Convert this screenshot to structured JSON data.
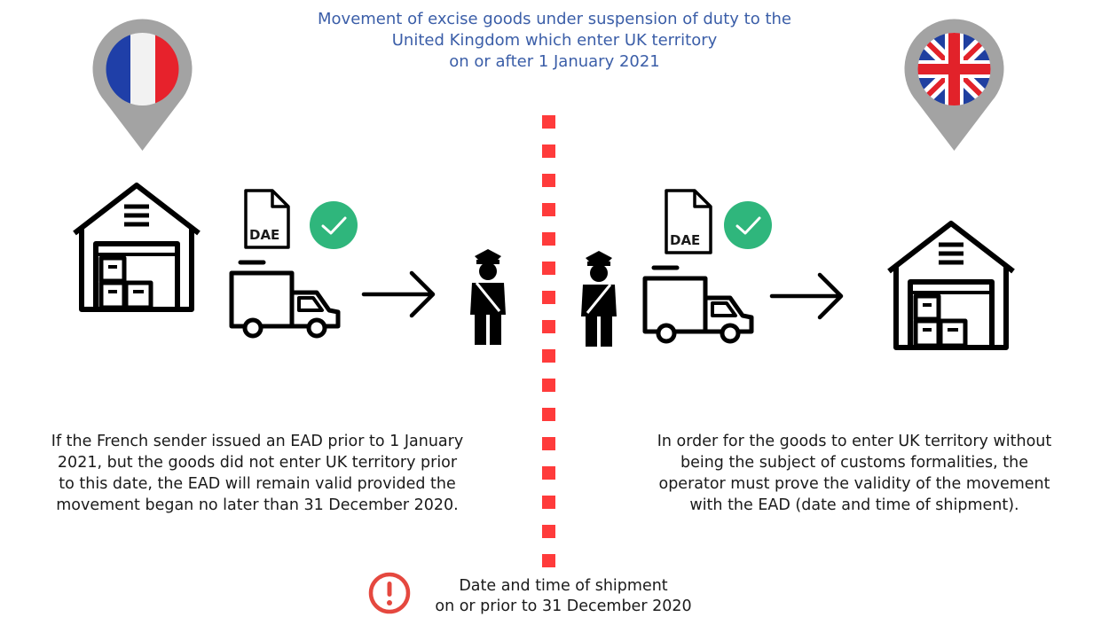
{
  "title": "Movement of excise goods under suspension of duty to the\nUnited Kingdom which enter UK territory\non or after 1 January 2021",
  "left_text": "If the French sender issued an EAD prior to 1 January\n2021, but the goods did not enter UK territory prior\nto this date, the EAD will remain valid provided the\nmovement began no later than 31 December 2020.",
  "right_text": "In order for the goods to enter UK territory without\nbeing the subject of customs formalities, the\noperator must prove the validity of the movement\nwith the EAD (date and time of shipment).",
  "note_text": "Date and time of shipment\non or prior to 31 December 2020",
  "doc_label_left": "DAE",
  "doc_label_right": "DAE",
  "colors": {
    "title": "#3b5ea8",
    "border_dashes": "#ff3b3b",
    "check_circle": "#2fb67c",
    "warning": "#e5483f",
    "pin": "#9e9e9e"
  }
}
